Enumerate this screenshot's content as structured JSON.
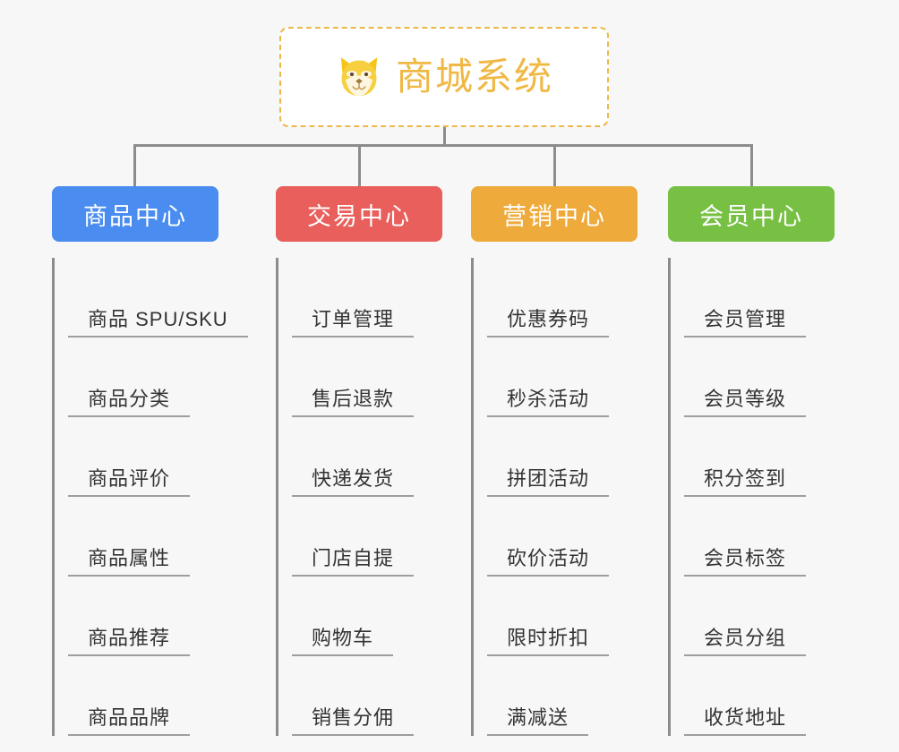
{
  "root": {
    "title": "商城系统",
    "logo_icon": "shiba-dog-face-icon",
    "border_color": "#edb84a",
    "text_color": "#f0b844"
  },
  "branches": [
    {
      "label": "商品中心",
      "color": "#4a8cf0",
      "items": [
        "商品 SPU/SKU",
        "商品分类",
        "商品评价",
        "商品属性",
        "商品推荐",
        "商品品牌"
      ]
    },
    {
      "label": "交易中心",
      "color": "#e85f5c",
      "items": [
        "订单管理",
        "售后退款",
        "快递发货",
        "门店自提",
        "购物车",
        "销售分佣"
      ]
    },
    {
      "label": "营销中心",
      "color": "#eeab3c",
      "items": [
        "优惠券码",
        "秒杀活动",
        "拼团活动",
        "砍价活动",
        "限时折扣",
        "满减送"
      ]
    },
    {
      "label": "会员中心",
      "color": "#77c043",
      "items": [
        "会员管理",
        "会员等级",
        "积分签到",
        "会员标签",
        "会员分组",
        "收货地址"
      ]
    }
  ],
  "connector_color": "#8c8c8c",
  "background_color": "#f7f7f7"
}
